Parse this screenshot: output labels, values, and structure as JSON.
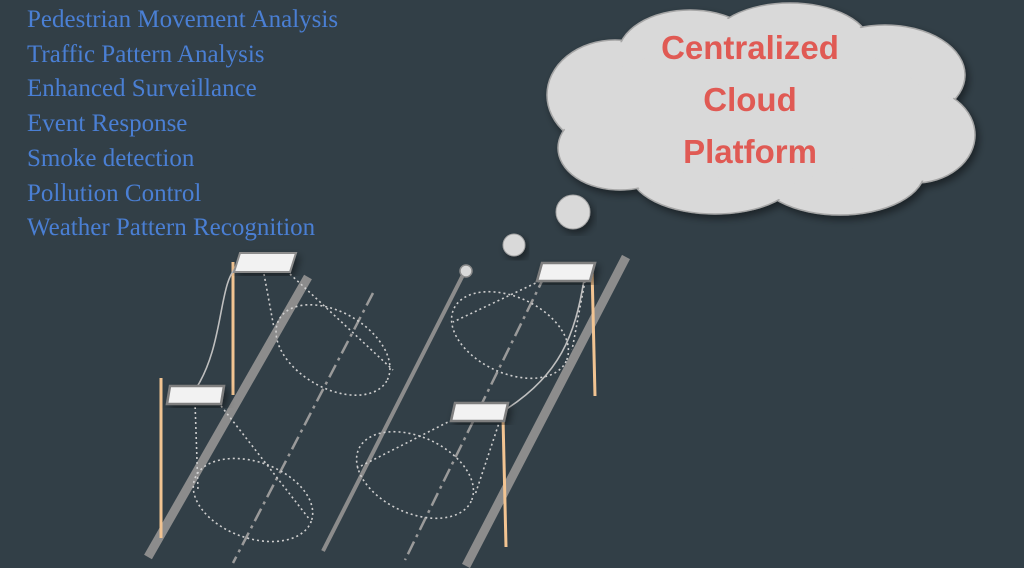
{
  "features": [
    "Pedestrian Movement Analysis",
    "Traffic Pattern Analysis",
    "Enhanced Surveillance",
    "Event Response",
    "Smoke detection",
    "Pollution Control",
    "Weather Pattern Recognition"
  ],
  "cloud": {
    "lines": [
      "Centralized",
      "Cloud",
      "Platform"
    ]
  },
  "colors": {
    "background": "#323f47",
    "feature_text": "#4a7fd4",
    "cloud_text": "#e05a54",
    "cloud_fill": "#d9d9d9",
    "pole": "#f2c492",
    "road_edge": "#8c8c8c"
  }
}
